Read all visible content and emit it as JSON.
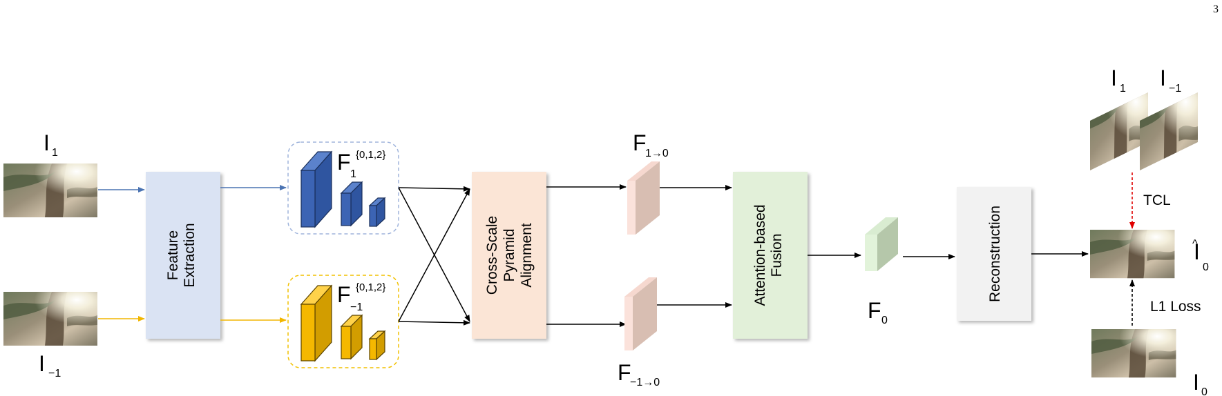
{
  "page_number": "3",
  "inputs": {
    "top_label": "I",
    "top_sub": "1",
    "bottom_label": "I",
    "bottom_sub": "−1"
  },
  "feature_extraction": {
    "line1": "Feature",
    "line2": "Extraction"
  },
  "pyramid_top": {
    "label": "F",
    "sub": "1",
    "sup": "{0,1,2}"
  },
  "pyramid_bottom": {
    "label": "F",
    "sub": "−1",
    "sup": "{0,1,2}"
  },
  "alignment": {
    "line1": "Cross-Scale",
    "line2": "Pyramid",
    "line3": "Alignment"
  },
  "aligned_top": {
    "label": "F",
    "sub": "1→0"
  },
  "aligned_bottom": {
    "label": "F",
    "sub": "−1→0"
  },
  "fusion": {
    "line1": "Attention-based",
    "line2": "Fusion"
  },
  "fused": {
    "label": "F",
    "sub": "0"
  },
  "reconstruction": {
    "label": "Reconstruction"
  },
  "output": {
    "label": "I",
    "hat": "^",
    "sub": "0"
  },
  "ground_truth": {
    "label": "I",
    "sub": "0"
  },
  "tcl_frames": {
    "a_label": "I",
    "a_sub": "1",
    "b_label": "I",
    "b_sub": "−1"
  },
  "losses": {
    "tcl": "TCL",
    "l1": "L1 Loss"
  },
  "colors": {
    "blue_arrow": "#4a73b2",
    "yellow_arrow": "#f2b600",
    "feature_box": "#dae3f3",
    "alignment_box": "#fbe5d6",
    "fusion_box": "#e2f0d9",
    "recon_box": "#f2f2f2",
    "blue_block": "#3c64b4",
    "yellow_block": "#f5b800",
    "tcl_arrow": "#e00000"
  }
}
